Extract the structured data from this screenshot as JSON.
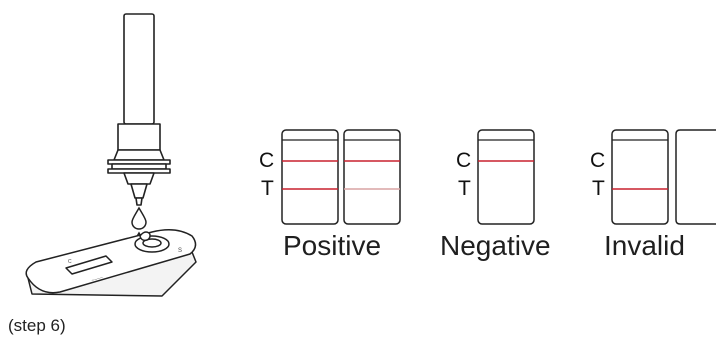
{
  "step_caption": "(step 6)",
  "markers": {
    "control": "C",
    "test": "T"
  },
  "results": {
    "positive": "Positive",
    "negative": "Negative",
    "invalid": "Invalid"
  },
  "colors": {
    "line_red": "#c8202f",
    "line_faint": "#d9a3a3",
    "outline": "#222222"
  }
}
